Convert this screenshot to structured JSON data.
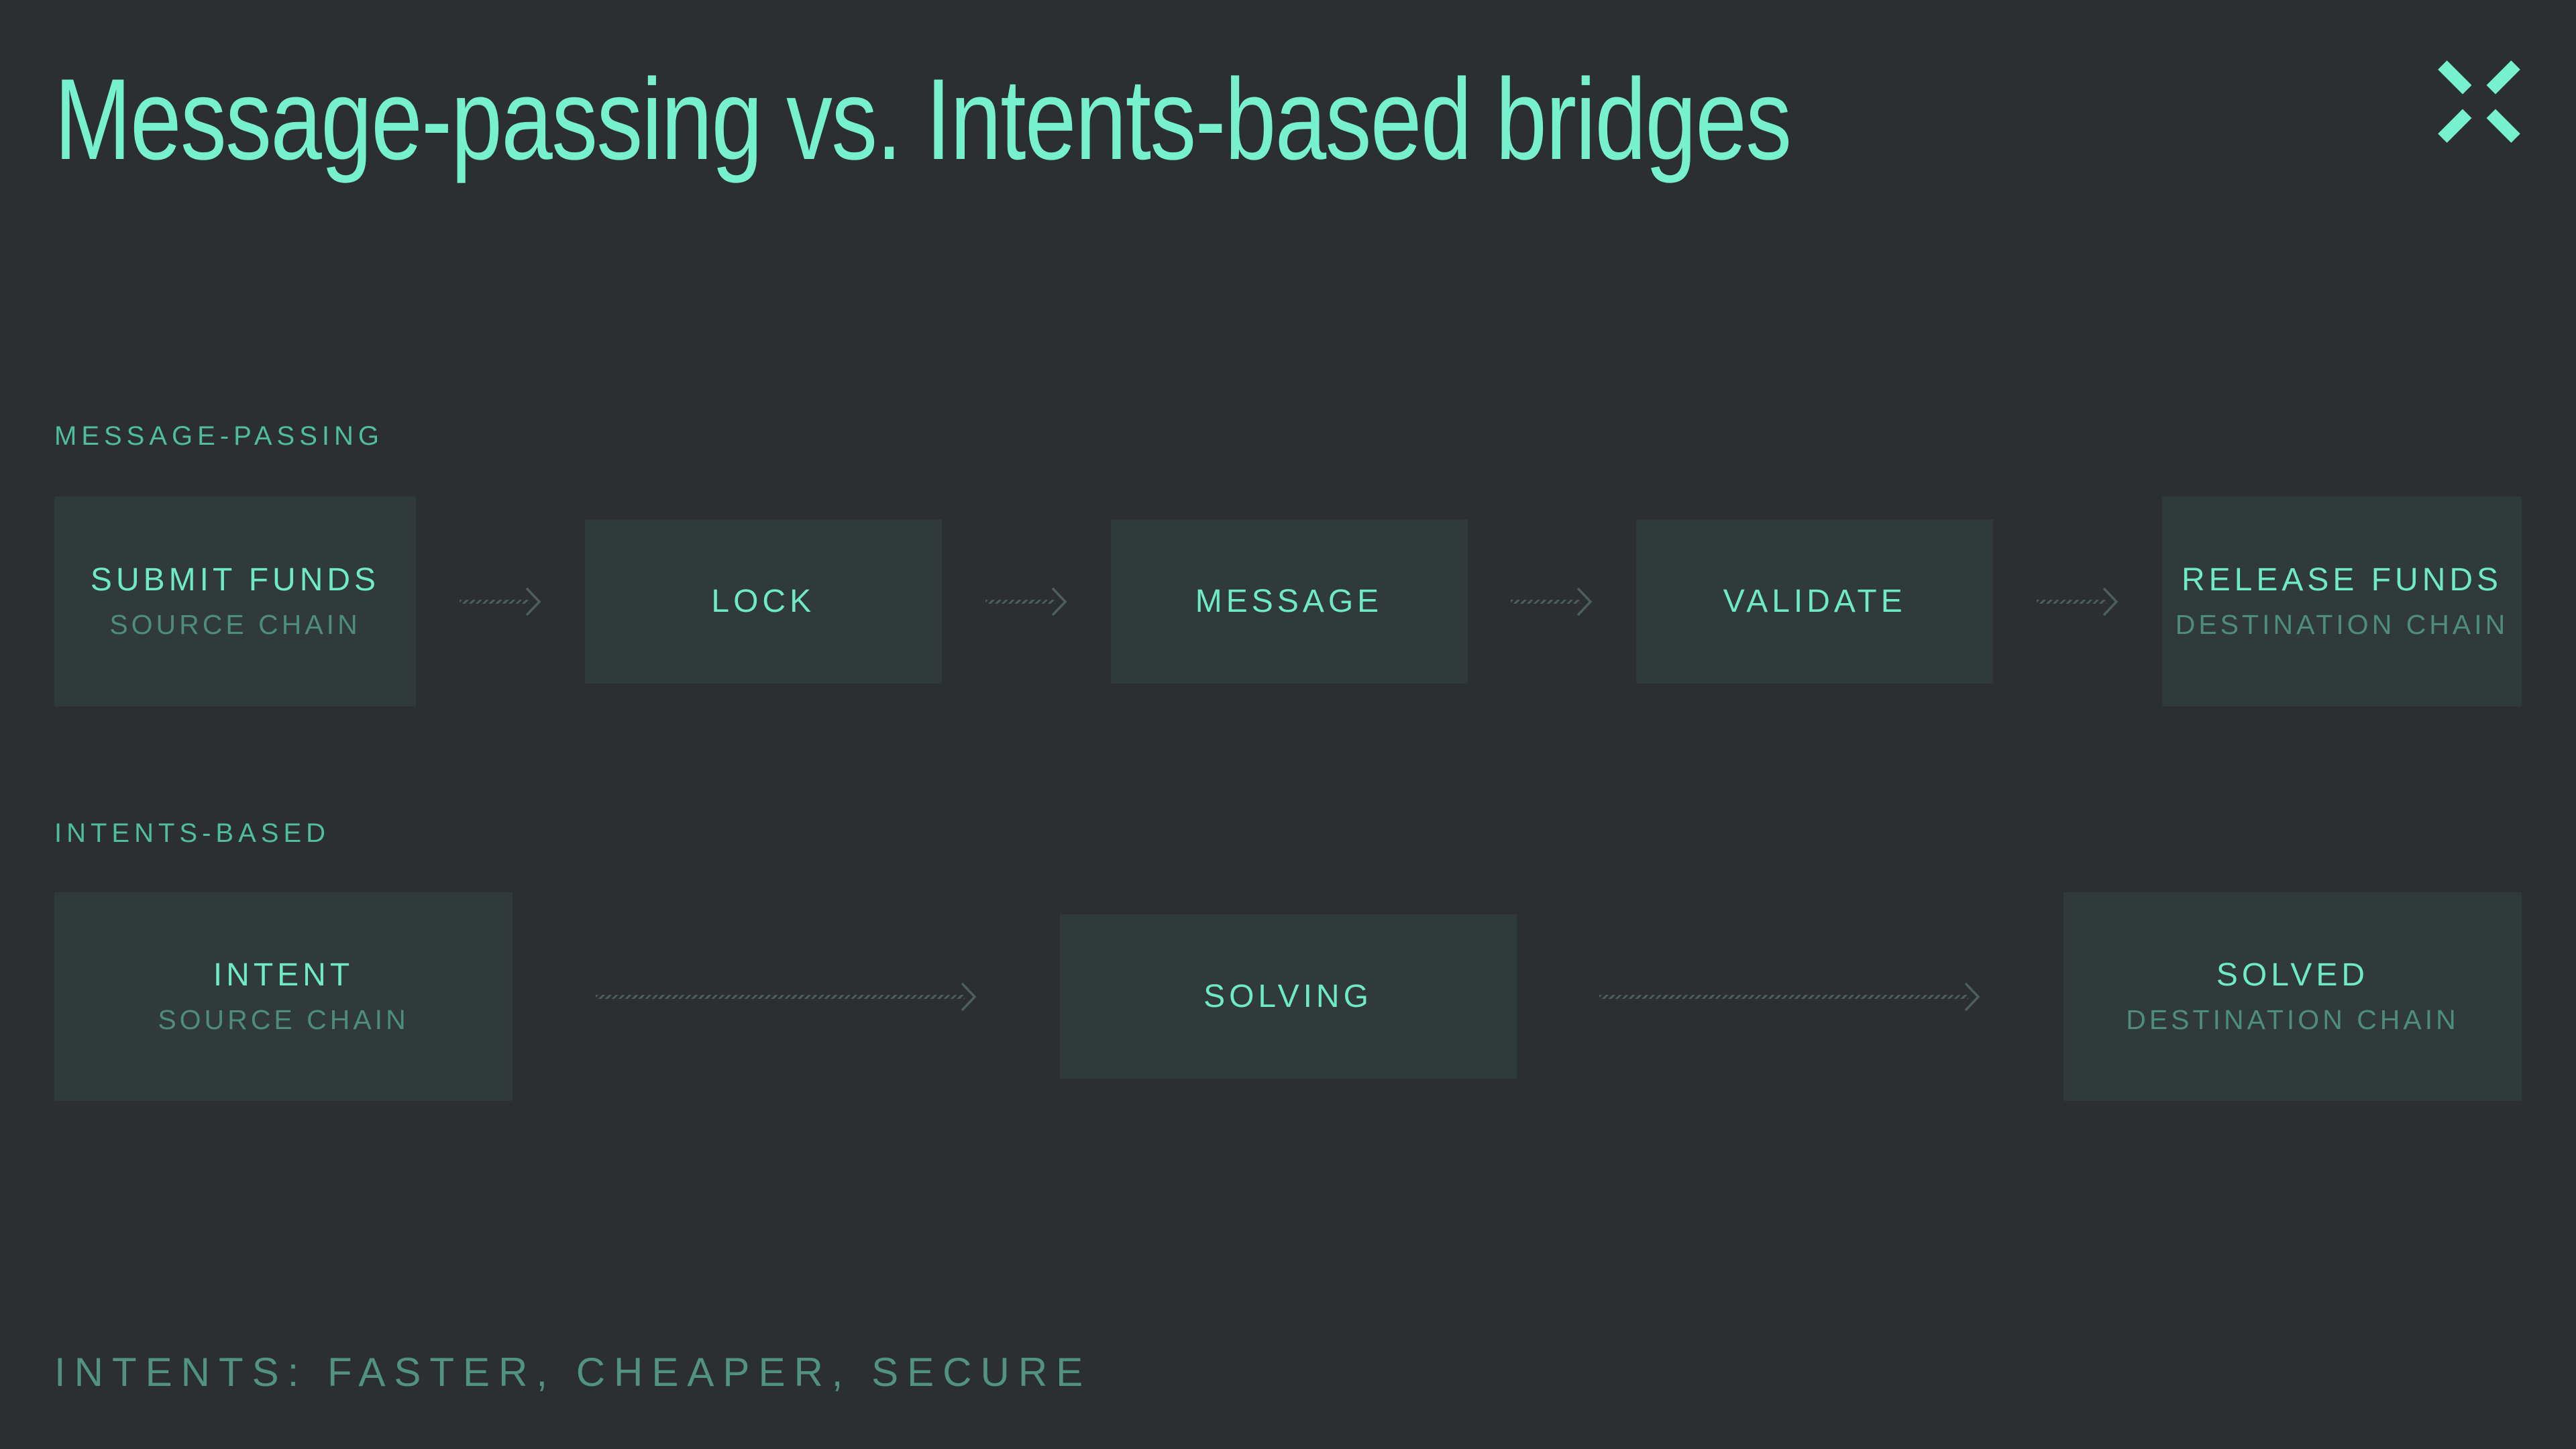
{
  "header": {
    "title": "Message-passing vs. Intents-based bridges",
    "logo_icon": "x-mark-logo"
  },
  "theme": {
    "background": "#2B2F31",
    "box_fill": "#2F3A39",
    "accent_mint": "#77F0CD",
    "box_title_color": "#6FEAC7",
    "box_subtitle_color": "#4E8D7D",
    "section_label_color": "#4FBD9E",
    "footer_color": "#529283",
    "arrow_color": "#4E5F58"
  },
  "sections": [
    {
      "label": "MESSAGE-PASSING",
      "steps": [
        {
          "title": "SUBMIT FUNDS",
          "subtitle": "SOURCE CHAIN"
        },
        {
          "title": "LOCK"
        },
        {
          "title": "MESSAGE"
        },
        {
          "title": "VALIDATE"
        },
        {
          "title": "RELEASE FUNDS",
          "subtitle": "DESTINATION CHAIN"
        }
      ]
    },
    {
      "label": "INTENTS-BASED",
      "steps": [
        {
          "title": "INTENT",
          "subtitle": "SOURCE CHAIN"
        },
        {
          "title": "SOLVING"
        },
        {
          "title": "SOLVED",
          "subtitle": "DESTINATION CHAIN"
        }
      ]
    }
  ],
  "footer": {
    "tagline": "INTENTS: FASTER, CHEAPER, SECURE"
  }
}
